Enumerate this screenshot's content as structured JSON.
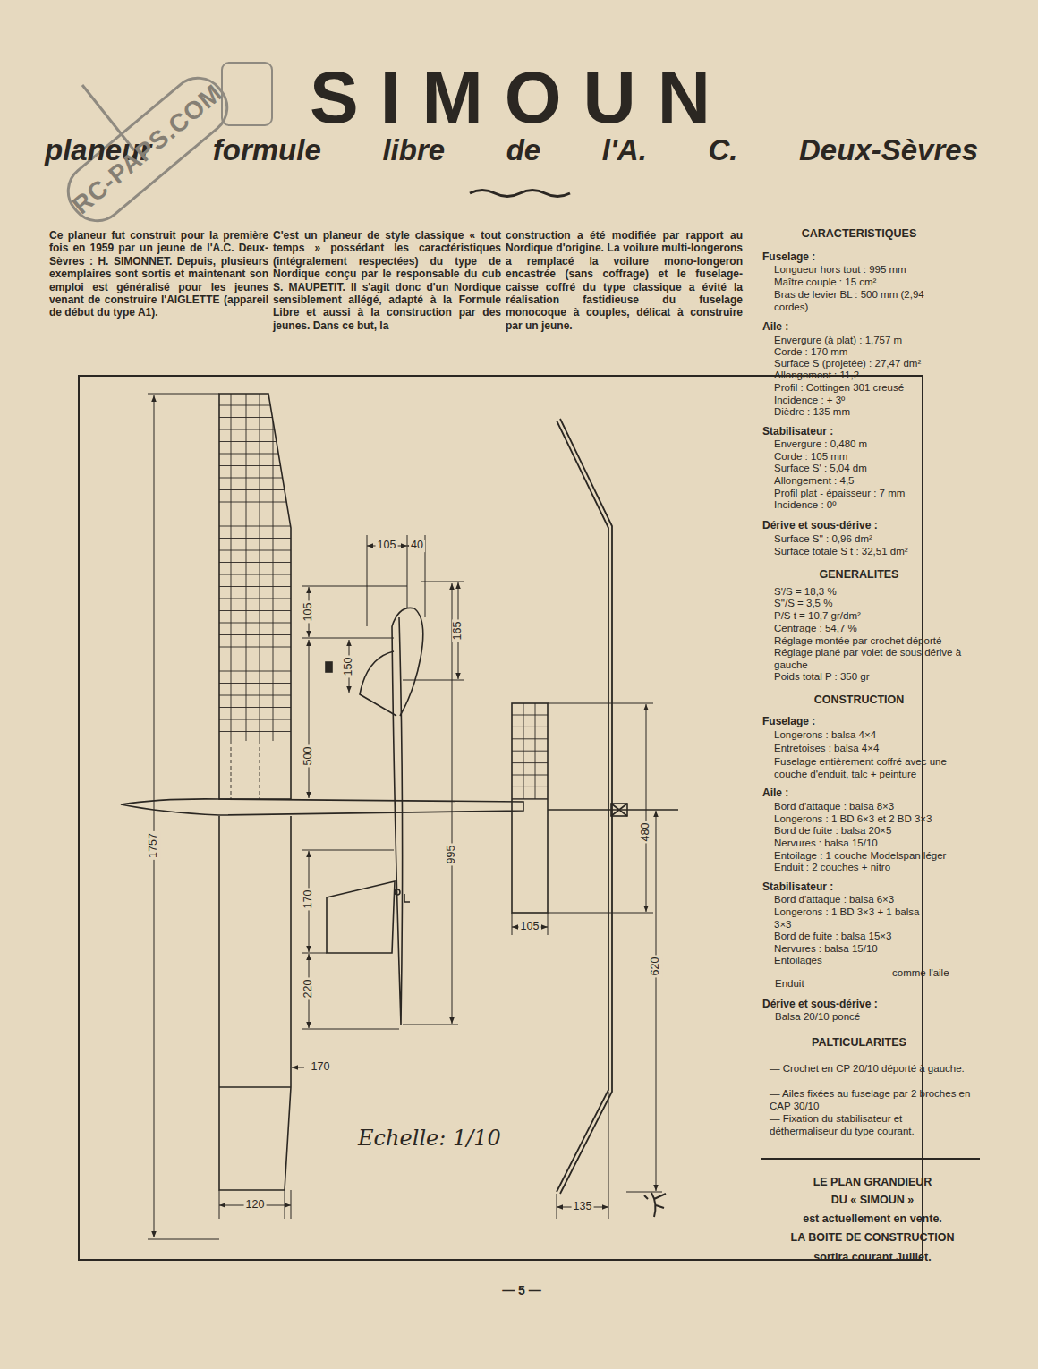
{
  "diagram": {
    "title": "SIMOUN",
    "labels": [
      "planeur formule libre de l'A. C. Deux-Sèvres",
      "Ce planeur fut construit pour la première fois en 1959 par un jeune de l'A.C. Deux-Sèvres : H. SIMONNET. Depuis, plusieurs exemplaires sont sortis et maintenant son emploi est généralisé pour les jeunes venant de construire l'AIGLETTE (appareil de début du type A1).",
      "C'est un planeur de style classique « tout temps » possédant les caractéristiques (intégralement respectées) du type de Nordique conçu par le responsable du cub S. MAUPETIT. Il s'agit donc d'un Nordique sensiblement allégé, adapté à la Formule Libre et aussi à la construction par des jeunes. Dans ce but, la",
      "construction a été modifiée par rapport au Nordique d'origine. La voilure multi-longerons a remplacé la voilure mono-longeron encastrée (sans coffrage) et le fuselage-caisse coffré du type classique a évité la réalisation fastidieuse du fuselage monocoque à couples, délicat à construire par un jeune.",
      "CARACTERISTIQUES",
      "Fuselage :",
      "Longueur hors tout : 995 mm",
      "Maître couple : 15 cm²",
      "Bras de levier BL : 500 mm (2,94 cordes)",
      "Aile :",
      "Envergure (à plat) : 1,757 m",
      "Corde : 170 mm",
      "Surface S (projetée) : 27,47 dm²",
      "Allongement : 11,2",
      "Profil : Cottingen 301 creusé",
      "Incidence : + 3º",
      "Dièdre : 135 mm",
      "Stabilisateur :",
      "Envergure : 0,480 m",
      "Corde : 105 mm",
      "Surface S' : 5,04 dm",
      "Allongement : 4,5",
      "Profil plat - épaisseur : 7 mm",
      "Incidence : 0º",
      "Dérive et sous-dérive :",
      "Surface S'' : 0,96 dm²",
      "Surface totale S t : 32,51 dm²",
      "GENERALITES",
      "S'/S = 18,3 %",
      "S''/S = 3,5 %",
      "P/S t = 10,7 gr/dm²",
      "Centrage : 54,7 %",
      "Réglage montée par crochet déporté",
      "Réglage plané par volet de sous dérive à gauche",
      "Poids total P : 350 gr",
      "CONSTRUCTION",
      "Fuselage :",
      "Longerons : balsa 4×4",
      "Entretoises : balsa 4×4",
      "Fuselage entièrement coffré avec une couche d'enduit, talc + peinture",
      "Aile :",
      "Bord d'attaque : balsa 8×3",
      "Longerons : 1 BD 6×3 et 2 BD 3×3",
      "Bord de fuite : balsa 20×5",
      "Nervures : balsa 15/10",
      "Entoilage : 1 couche Modelspan léger",
      "Enduit : 2 couches + nitro",
      "Stabilisateur :",
      "Bord d'attaque : balsa 6×3",
      "Longerons : 1 BD 3×3 + 1 balsa 3×3",
      "Bord de fuite : balsa 15×3",
      "Nervures : balsa 15/10",
      "Entoilages",
      "comme l'aile",
      "Enduit",
      "Dérive et sous-dérive :",
      "Balsa 20/10 poncé",
      "PALTICULARITES",
      "— Crochet en CP 20/10 déporté à gauche.",
      "— Ailes fixées au fuselage par 2 broches en CAP 30/10",
      "— Fixation du stabilisateur et déthermaliseur du type courant.",
      "LE PLAN GRANDIEUR",
      "DU « SIMOUN »",
      "est actuellement en vente.",
      "LA BOITE DE CONSTRUCTION",
      "sortira courant Juillet.",
      "105",
      "40",
      "105",
      "165",
      "150",
      "500",
      "1757",
      "995",
      "480",
      "170",
      "105",
      "220",
      "620",
      "170",
      "120",
      "135",
      "Echelle: 1/10",
      "RC-PAPS.COM",
      "— 5 —"
    ]
  }
}
